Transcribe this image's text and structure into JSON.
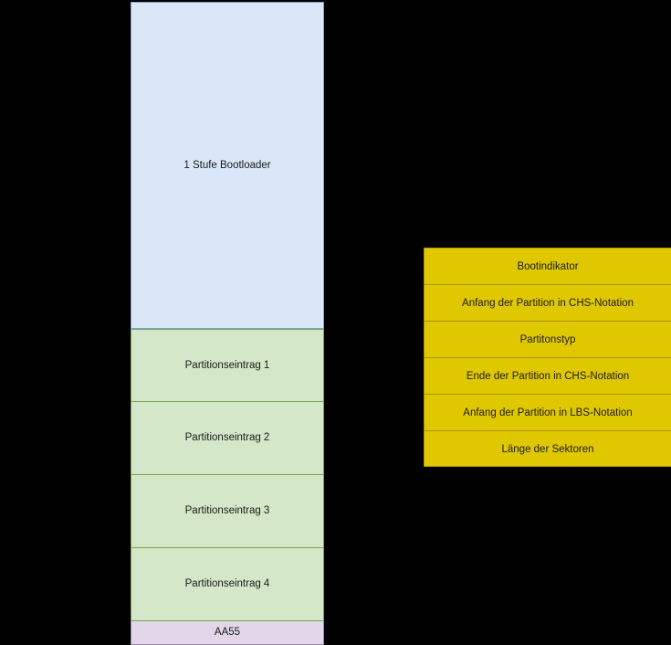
{
  "diagram": {
    "bootloader": {
      "label": "1 Stufe Bootloader",
      "fill_color": "#d9e7f9",
      "border_color": "#7f9fd0"
    },
    "partition_entries": [
      {
        "label": "Partitionseintrag 1"
      },
      {
        "label": "Partitionseintrag 2"
      },
      {
        "label": "Partitionseintrag 3"
      },
      {
        "label": "Partitionseintrag 4"
      }
    ],
    "partition_fill_color": "#d4e7c8",
    "partition_border_color": "#74a753",
    "signature": {
      "label": "AA55",
      "fill_color": "#e2d7e8",
      "border_color": "#9d88ab"
    }
  },
  "entry_detail": {
    "fill_color": "#e0c800",
    "border_color": "#a89400",
    "fields": [
      {
        "label": "Bootindikator"
      },
      {
        "label": "Anfang der Partition in CHS-Notation"
      },
      {
        "label": "Partitonstyp"
      },
      {
        "label": "Ende der Partition in CHS-Notation"
      },
      {
        "label": "Anfang der Partition in LBS-Notation"
      },
      {
        "label": "Länge der Sektoren"
      }
    ]
  },
  "background_color": "#000000"
}
